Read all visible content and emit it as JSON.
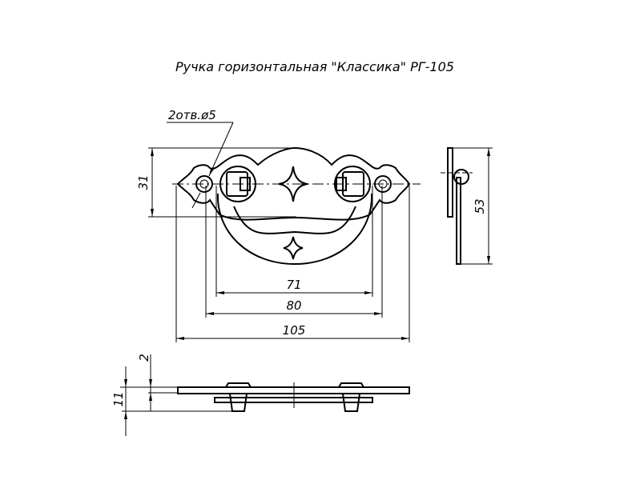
{
  "title": "Ручка горизонтальная \"Классика\" РГ-105",
  "annotations": {
    "holes": "2отв.ø5"
  },
  "dimensions": {
    "d71": "71",
    "d80": "80",
    "d105": "105",
    "d31": "31",
    "d53": "53",
    "d2": "2",
    "d11": "11"
  }
}
